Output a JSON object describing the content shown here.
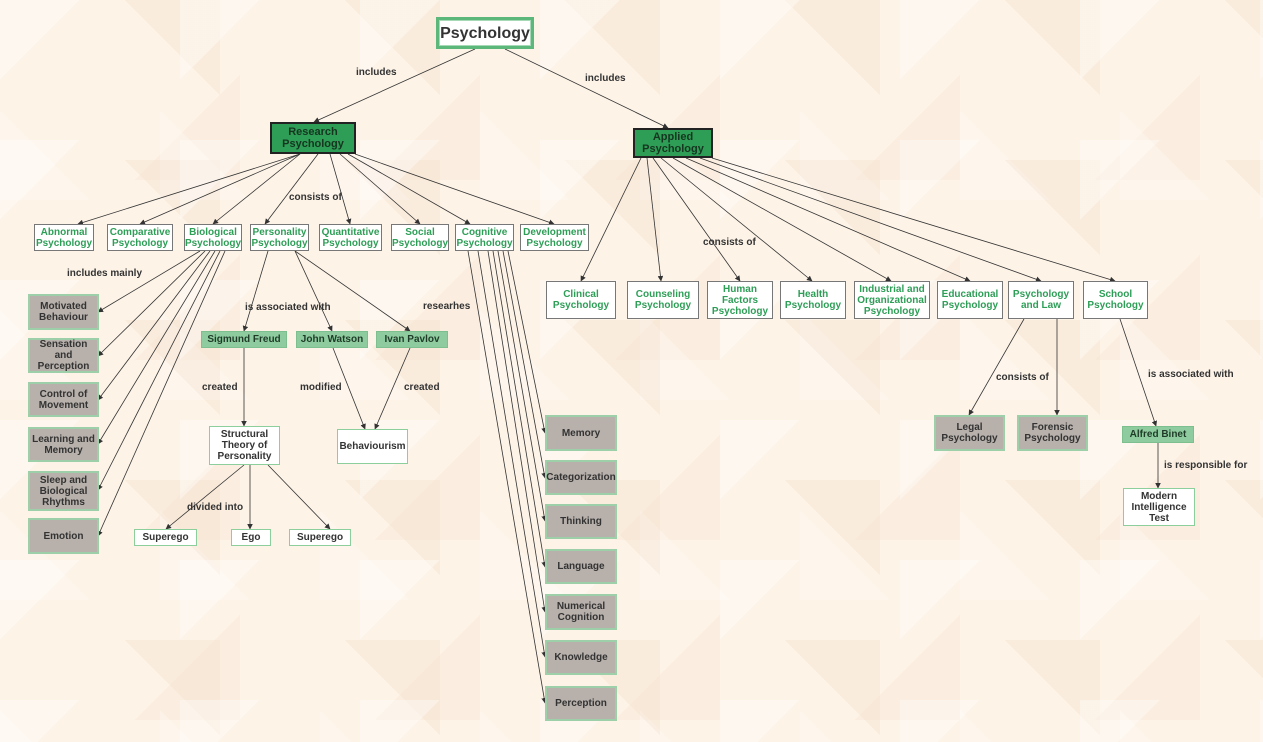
{
  "nodes": {
    "root": "Psychology",
    "research": "Research Psychology",
    "applied": "Applied Psychology",
    "abnormal": "Abnormal Psychology",
    "comparative": "Comparative Psychology",
    "biological": "Biological Psychology",
    "personality": "Personality Psychology",
    "quantitative": "Quantitative Psychology",
    "social": "Social Psychology",
    "cognitive": "Cognitive Psychology",
    "development": "Development Psychology",
    "motivated": "Motivated Behaviour",
    "sensation": "Sensation and Perception",
    "control": "Control of Movement",
    "learning": "Learning and Memory",
    "sleep": "Sleep and Biological Rhythms",
    "emotion": "Emotion",
    "freud": "Sigmund Freud",
    "watson": "John Watson",
    "pavlov": "Ivan Pavlov",
    "structural": "Structural Theory of Personality",
    "behaviourism": "Behaviourism",
    "superego1": "Superego",
    "ego": "Ego",
    "superego2": "Superego",
    "memory": "Memory",
    "categorization": "Categorization",
    "thinking": "Thinking",
    "language": "Language",
    "numerical": "Numerical Cognition",
    "knowledge": "Knowledge",
    "perception": "Perception",
    "clinical": "Clinical Psychology",
    "counseling": "Counseling Psychology",
    "human_factors": "Human Factors Psychology",
    "health": "Health Psychology",
    "industrial": "Industrial and Organizational Psychology",
    "educational": "Educational Psychology",
    "law": "Psychology and Law",
    "school": "School Psychology",
    "legal": "Legal Psychology",
    "forensic": "Forensic Psychology",
    "binet": "Alfred Binet",
    "intelligence": "Modern Intelligence Test"
  },
  "labels": {
    "includes_left": "includes",
    "includes_right": "includes",
    "consists_of_research": "consists of",
    "consists_of_applied": "consists of",
    "includes_mainly": "includes mainly",
    "associated_personality": "is associated with",
    "researches": "researhes",
    "created_freud": "created",
    "modified": "modified",
    "created_pavlov": "created",
    "divided_into": "divided into",
    "consists_of_law": "consists of",
    "associated_school": "is associated with",
    "responsible_for": "is responsible for"
  },
  "colors": {
    "accent_green": "#2e9e57",
    "light_green": "#8ecc9f",
    "gray_box": "#b7b0ab",
    "background": "#fdf3e7"
  }
}
